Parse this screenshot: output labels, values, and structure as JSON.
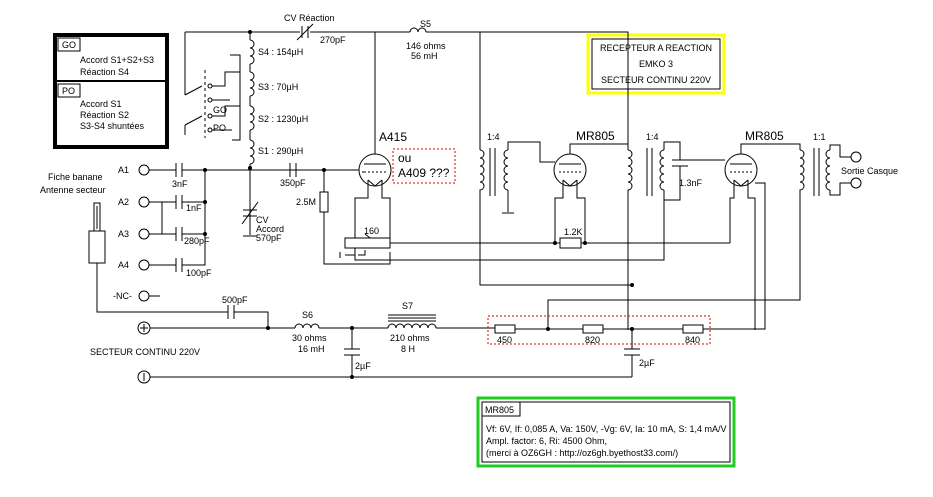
{
  "title_box": {
    "line1": "RECEPTEUR A REACTION",
    "line2": "EMKO 3",
    "line3": "SECTEUR CONTINU 220V",
    "border_color": "#ffff00"
  },
  "band_box": {
    "go_label": "GO",
    "go_line1": "Accord S1+S2+S3",
    "go_line2": "Réaction S4",
    "po_label": "PO",
    "po_line1": "Accord S1",
    "po_line2": "Réaction S2",
    "po_line3": "S3-S4 shuntées"
  },
  "tube_box": {
    "title": "MR805",
    "line1": "Vf: 6V, If: 0,085 A, Va: 150V, -Vg: 6V, Ia: 10 mA, S: 1,4 mA/V",
    "line2": "Ampl. factor: 6, Ri: 4500 Ohm,",
    "line3": "(merci à OZ6GH : http://oz6gh.byethost33.com/)",
    "border_color": "#22cc22"
  },
  "components": {
    "cv_reaction": "CV Réaction",
    "cv_reaction_value": "270pF",
    "s5": "S5",
    "s5_ohms": "146 ohms",
    "s5_mh": "56 mH",
    "s4": "S4 : 154µH",
    "s3": "S3 : 70µH",
    "s2": "S2 : 1230µH",
    "s1": "S1 : 290µH",
    "sw_go": "GO",
    "sw_po": "PO",
    "a1": "A1",
    "a2": "A2",
    "a3": "A3",
    "a4": "A4",
    "nc": "-NC-",
    "c_3nf": "3nF",
    "c_1nf": "1nF",
    "c_280pf": "280pF",
    "c_100pf": "100pF",
    "c_350pf": "350pF",
    "cv_accord_1": "CV",
    "cv_accord_2": "Accord",
    "cv_accord_3": "570pF",
    "r_25m": "2.5M",
    "tube1": "A415",
    "tube1_alt1": "ou",
    "tube1_alt2": "A409 ???",
    "alt_border_color": "#dd0000",
    "pot_160": "160",
    "r_12k": "1.2K",
    "t1_ratio": "1:4",
    "t2_ratio": "1:4",
    "t3_ratio": "1:1",
    "tube2": "MR805",
    "tube3": "MR805",
    "c_13nf": "1.3nF",
    "sortie": "Sortie Casque",
    "fiche1": "Fiche banane",
    "fiche2": "Antenne secteur",
    "c_500pf": "500pF",
    "s6": "S6",
    "s6_ohms": "30 ohms",
    "s6_mh": "16 mH",
    "s7": "S7",
    "s7_ohms": "210 ohms",
    "s7_h": "8 H",
    "c_2uf_1": "2µF",
    "c_2uf_2": "2µF",
    "r_450": "450",
    "r_820": "820",
    "r_840": "840",
    "secteur": "SECTEUR CONTINU 220V"
  }
}
